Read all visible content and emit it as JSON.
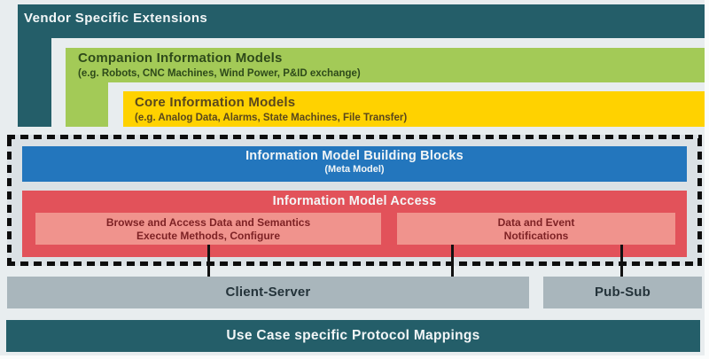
{
  "colors": {
    "teal": "#245E69",
    "green": "#A3CA57",
    "yellow": "#FFD200",
    "blue": "#2376BD",
    "red": "#E2525A",
    "pink": "#F0938D",
    "gray": "#A9B6BC",
    "page_bg": "#E8EDEF",
    "inset_bg": "#DBE1E5",
    "dash": "#0D0D0D"
  },
  "layers": {
    "vendor": {
      "title": "Vendor Specific Extensions"
    },
    "companion": {
      "title": "Companion Information Models",
      "subtitle": "(e.g. Robots, CNC Machines, Wind Power, P&ID exchange)"
    },
    "core": {
      "title": "Core Information Models",
      "subtitle": "(e.g. Analog Data, Alarms, State Machines, File Transfer)"
    },
    "building_blocks": {
      "title": "Information Model Building Blocks",
      "subtitle": "(Meta Model)"
    },
    "model_access": {
      "title": "Information Model Access",
      "browse": {
        "line1": "Browse and Access Data and Semantics",
        "line2": "Execute Methods, Configure"
      },
      "notifications": {
        "line1": "Data and Event",
        "line2": "Notifications"
      }
    },
    "transport": {
      "client_server": "Client-Server",
      "pub_sub": "Pub-Sub"
    },
    "protocol": {
      "title": "Use Case specific Protocol Mappings"
    }
  }
}
